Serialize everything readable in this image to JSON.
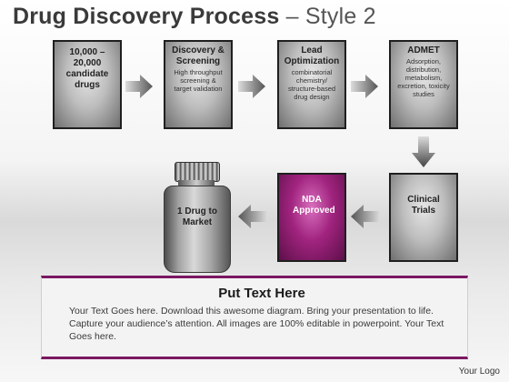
{
  "title": {
    "main": "Drug Discovery Process",
    "sub": "– Style 2"
  },
  "steps": [
    {
      "title": "10,000 – 20,000 candidate drugs",
      "subtitle": ""
    },
    {
      "title": "Discovery & Screening",
      "subtitle": "High throughput screening & target validation"
    },
    {
      "title": "Lead Optimization",
      "subtitle": "combinatorial chemistry/ structure-based drug design"
    },
    {
      "title": "ADMET",
      "subtitle": "Adsorption, distribution, metabolism, excretion, toxicity studies"
    },
    {
      "title": "Clinical Trials",
      "subtitle": ""
    },
    {
      "title": "NDA Approved",
      "subtitle": ""
    },
    {
      "title": "1 Drug to Market",
      "subtitle": ""
    }
  ],
  "colors": {
    "accent": "#7a1862",
    "highlight_box": "#a1247f",
    "box_gray": "#9a9a9a"
  },
  "text_panel": {
    "heading": "Put Text Here",
    "body": "Your Text Goes here. Download this awesome diagram. Bring your presentation to life. Capture your audience’s attention. All images are 100% editable in powerpoint. Your Text Goes here."
  },
  "logo": "Your Logo"
}
